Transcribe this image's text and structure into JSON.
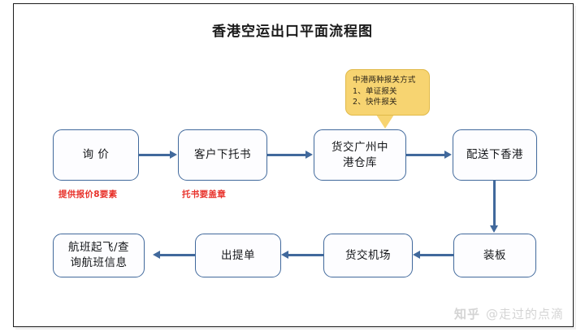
{
  "document": {
    "title": "香港空运出口平面流程图"
  },
  "callout": {
    "name": "customs-declaration-note",
    "heading": "中港两种报关方式",
    "items": [
      "1、单证报关",
      "2、快件报关"
    ],
    "fill_color": "#f7d471",
    "border_color": "#e0b949"
  },
  "flow": {
    "accent_color": "#41699c",
    "caption_color": "#e8312a",
    "row1": [
      {
        "id": "inquiry",
        "label": "询 价",
        "caption": "提供报价8要素"
      },
      {
        "id": "client-booking",
        "label": "客户下托书",
        "caption": "托书要盖章"
      },
      {
        "id": "guangzhou-warehouse",
        "label": "货交广州中\n港仓库",
        "caption": ""
      },
      {
        "id": "deliver-hongkong",
        "label": "配送下香港",
        "caption": ""
      }
    ],
    "row2": [
      {
        "id": "flight-departure",
        "label": "航班起飞/查\n询航班信息"
      },
      {
        "id": "issue-bill",
        "label": "出提单"
      },
      {
        "id": "deliver-airport",
        "label": "货交机场"
      },
      {
        "id": "build-pallet",
        "label": "装板"
      }
    ]
  },
  "watermark": {
    "logo": "知乎",
    "handle": "@走过的点滴"
  }
}
